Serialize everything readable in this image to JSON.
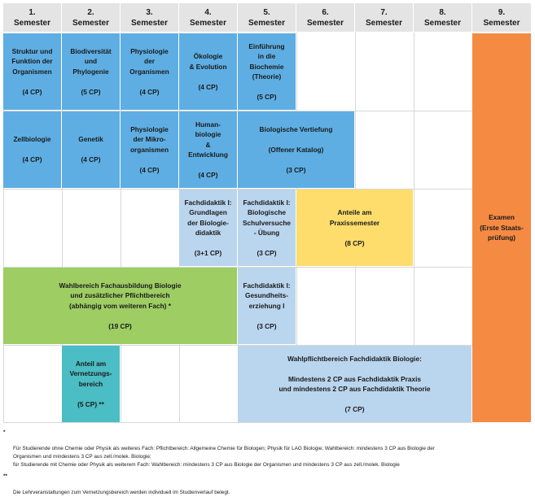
{
  "semesters": [
    {
      "num": "1.",
      "label": "Semester"
    },
    {
      "num": "2.",
      "label": "Semester"
    },
    {
      "num": "3.",
      "label": "Semester"
    },
    {
      "num": "4.",
      "label": "Semester"
    },
    {
      "num": "5.",
      "label": "Semester"
    },
    {
      "num": "6.",
      "label": "Semester"
    },
    {
      "num": "7.",
      "label": "Semester"
    },
    {
      "num": "8.",
      "label": "Semester"
    },
    {
      "num": "9.",
      "label": "Semester"
    }
  ],
  "modules": {
    "struktur": "Struktur und\nFunktion der\nOrganismen\n\n(4 CP)",
    "biodiversitaet": "Biodiversität\nund\nPhylogenie\n\n(5 CP)",
    "physiologie_org": "Physiologie\nder\nOrganismen\n\n(4 CP)",
    "oekologie": "Ökologie\n& Evolution\n\n(4 CP)",
    "biochemie": "Einführung\nin die\nBiochemie\n(Theorie)\n\n(5 CP)",
    "zellbiologie": "Zellbiologie\n\n(4 CP)",
    "genetik": "Genetik\n\n(4 CP)",
    "physiologie_mikro": "Physiologie\nder Mikro-\norganismen\n\n(4 CP)",
    "humanbiologie": "Human-\nbiologie\n&\nEntwicklung\n\n(4 CP)",
    "vertiefung": "Biologische Vertiefung\n\n(Offener Katalog)\n\n(3 CP)",
    "fachdidaktik_grundlagen": "Fachdidaktik I:\nGrundlagen\nder Biologie-\ndidaktik\n\n(3+1 CP)",
    "fachdidaktik_schulversuche": "Fachdidaktik I:\nBiologische\nSchulversuche\n- Übung\n\n(3 CP)",
    "praxissemester": "Anteile am\nPraxissemester\n\n(8 CP)",
    "wahlbereich": "Wahlbereich Fachausbildung Biologie\nund zusätzlicher Pflichtbereich\n(abhängig vom weiteren Fach) *\n\n(19 CP)",
    "gesundheitserziehung": "Fachdidaktik I:\nGesundheits-\nerziehung I\n\n(3 CP)",
    "vernetzung": "Anteil am\nVernetzungs-\nbereich\n\n(5 CP) **",
    "wahlpflicht": "Wahlpflichtbereich Fachdidaktik Biologie:\n\nMindestens 2 CP aus Fachdidaktik Praxis\nund mindestens 2 CP aus Fachdidaktik Theorie\n\n(7 CP)",
    "examen": "Examen\n(Erste Staats-\nprüfung)"
  },
  "footnotes": {
    "star_mark": "*",
    "star_text": "Für Studierende ohne Chemie oder Physik als weiteres Fach: Pflichtbereich: Allgemeine Chemie für Biologen; Physik für LAG Biologie; Wahlbereich: mindestens 3 CP aus Biologie der\nOrganismen und mindestens 3 CP aus zell./molek. Biologie;\nfür Studierende mit Chemie oder Physik als weiterem Fach: Wahlbereich: mindestens 3 CP aus Biologie der Organismen und mindestens 3 CP aus zell./molek. Biologie",
    "dstar_mark": "**",
    "dstar_text": "Die Lehrveranstaltungen zum Vernetzungsbereich werden individuell im Studienverlauf belegt."
  },
  "colors": {
    "core_module": "#5eaee3",
    "didactics": "#bad5ee",
    "elective": "#9dcd63",
    "practical": "#fedd6c",
    "network": "#4bbdc4",
    "exam": "#f58a43",
    "header": "#e4e4e4"
  }
}
